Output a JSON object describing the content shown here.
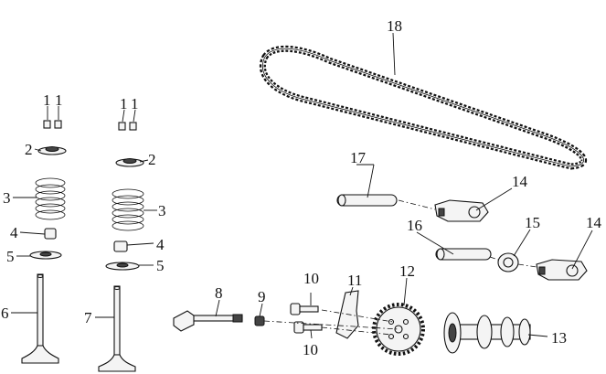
{
  "callouts": {
    "c1a": "1",
    "c1b": "1",
    "c1c": "1",
    "c1d": "1",
    "c2a": "2",
    "c2b": "2",
    "c3a": "3",
    "c3b": "3",
    "c4a": "4",
    "c4b": "4",
    "c5a": "5",
    "c5b": "5",
    "c6": "6",
    "c7": "7",
    "c8": "8",
    "c9": "9",
    "c10a": "10",
    "c10b": "10",
    "c11": "11",
    "c12": "12",
    "c13": "13",
    "c14a": "14",
    "c14b": "14",
    "c15": "15",
    "c16": "16",
    "c17": "17",
    "c18": "18"
  }
}
